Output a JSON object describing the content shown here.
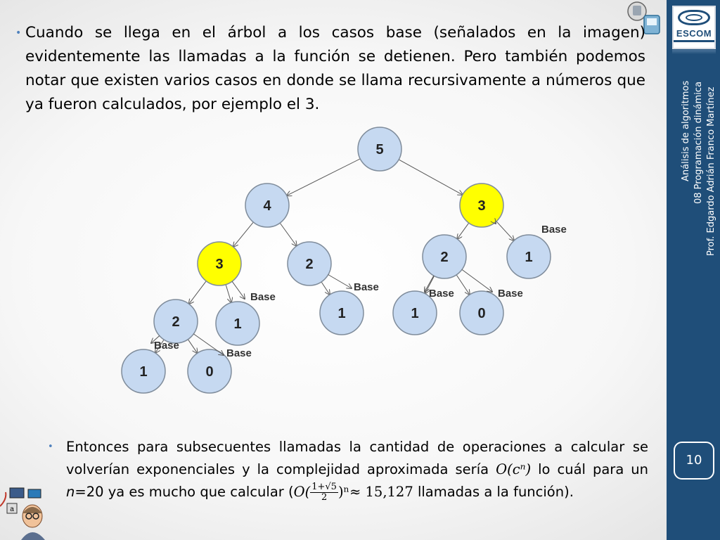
{
  "bullet1": "Cuando se llega en el árbol a los casos base (señalados en la imagen) evidentemente las llamadas a la función se detienen. Pero también podemos notar que existen varios casos en donde se llama recursivamente a números que ya fueron calculados, por ejemplo el 3.",
  "bullet2": {
    "part1": "Entonces para subsecuentes llamadas la cantidad de operaciones a calcular se volverían exponenciales y la complejidad aproximada sería ",
    "bigO": "O(cⁿ)",
    "part2": " lo cuál para un ",
    "n": "n",
    "part3": "=20 ya es mucho que calcular  (",
    "formula_left": "O(",
    "frac_num": "1+√5",
    "frac_den": "2",
    "formula_right": ")ⁿ≈ 15,127",
    "part4": " llamadas a la función)."
  },
  "sidebar": {
    "logo": "ESCOM",
    "course": "Análisis de algoritmos",
    "topic": "08 Programación dinámica",
    "author": "Prof. Edgardo Adrián Franco Martínez",
    "page": "10"
  },
  "tree": {
    "colors": {
      "node": "#c6d9f1",
      "highlight": "#ffff00",
      "stroke": "#7f8c9b"
    },
    "nodes": [
      {
        "label": "5",
        "highlight": false
      },
      {
        "label": "4",
        "highlight": false
      },
      {
        "label": "3",
        "highlight": true
      },
      {
        "label": "3",
        "highlight": true
      },
      {
        "label": "2",
        "highlight": false
      },
      {
        "label": "2",
        "highlight": false
      },
      {
        "label": "1",
        "highlight": false
      },
      {
        "label": "2",
        "highlight": false
      },
      {
        "label": "1",
        "highlight": false
      },
      {
        "label": "1",
        "highlight": false
      },
      {
        "label": "1",
        "highlight": false
      },
      {
        "label": "0",
        "highlight": false
      },
      {
        "label": "1",
        "highlight": false
      },
      {
        "label": "0",
        "highlight": false
      }
    ],
    "base_label": "Base"
  }
}
